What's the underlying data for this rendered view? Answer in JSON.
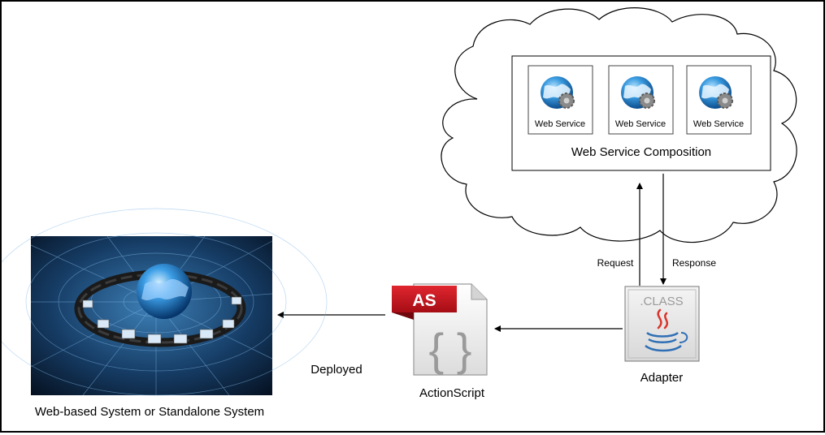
{
  "cloud": {
    "composition_label": "Web Service Composition",
    "services": [
      {
        "label": "Web Service",
        "icon": "globe-gear-icon"
      },
      {
        "label": "Web Service",
        "icon": "globe-gear-icon"
      },
      {
        "label": "Web Service",
        "icon": "globe-gear-icon"
      }
    ]
  },
  "arrows": {
    "request_label": "Request",
    "response_label": "Response",
    "deployed_label": "Deployed"
  },
  "adapter": {
    "label": "Adapter",
    "icon_text": ".CLASS",
    "icon": "java-class-icon"
  },
  "actionscript": {
    "label": "ActionScript",
    "badge_text": "AS",
    "braces_text": "{ }",
    "icon": "actionscript-file-icon"
  },
  "system": {
    "label": "Web-based System or Standalone System",
    "image": "globe-network-image"
  },
  "colors": {
    "globe_blue": "#1e7fd0",
    "as_red": "#c8141e",
    "network_dark": "#0a1a2e"
  }
}
